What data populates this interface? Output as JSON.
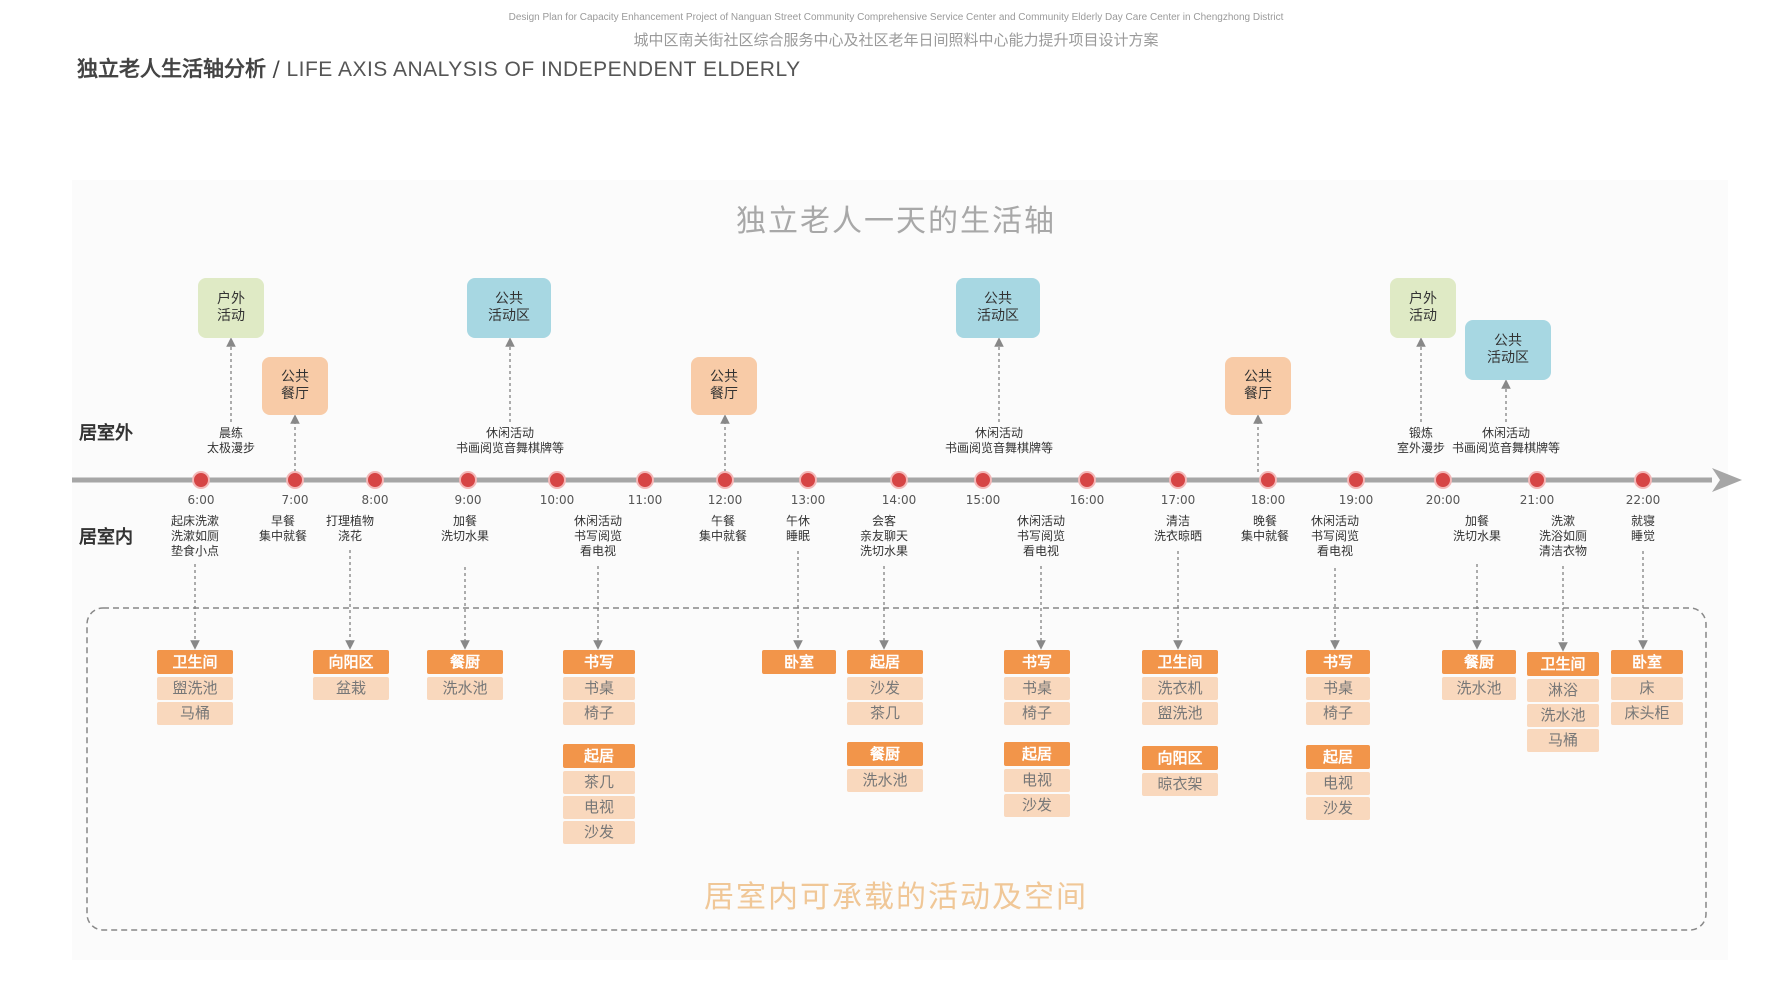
{
  "header": {
    "en": "Design Plan for Capacity Enhancement Project of Nanguan Street Community Comprehensive Service Center and Community Elderly Day Care  Center in Chengzhong District",
    "cn": "城中区南关街社区综合服务中心及社区老年日间照料中心能力提升项目设计方案"
  },
  "page_title": {
    "cn": "独立老人生活轴分析",
    "sep": " / ",
    "en": "LIFE AXIS ANALYSIS OF  INDEPENDENT ELDERLY"
  },
  "diagram": {
    "title": "独立老人一天的生活轴",
    "outside_label": "居室外",
    "inside_label": "居室内",
    "bottom_caption": "居室内可承载的活动及空间",
    "times": [
      "6:00",
      "7:00",
      "8:00",
      "9:00",
      "10:00",
      "11:00",
      "12:00",
      "13:00",
      "14:00",
      "15:00",
      "16:00",
      "17:00",
      "18:00",
      "19:00",
      "20:00",
      "21:00",
      "22:00"
    ],
    "outside_activities": [
      {
        "text": "晨练\n太极漫步"
      },
      {
        "text": "休闲活动\n书画阅览音舞棋牌等"
      },
      {
        "text": "休闲活动\n书画阅览音舞棋牌等"
      },
      {
        "text": "锻炼\n室外漫步"
      },
      {
        "text": "休闲活动\n书画阅览音舞棋牌等"
      }
    ],
    "outside_places": [
      {
        "text": "户外\n活动",
        "kind": "green"
      },
      {
        "text": "公共\n餐厅",
        "kind": "orange"
      },
      {
        "text": "公共\n活动区",
        "kind": "blue"
      },
      {
        "text": "公共\n餐厅",
        "kind": "orange"
      },
      {
        "text": "公共\n活动区",
        "kind": "blue"
      },
      {
        "text": "公共\n餐厅",
        "kind": "orange"
      },
      {
        "text": "户外\n活动",
        "kind": "green"
      },
      {
        "text": "公共\n活动区",
        "kind": "blue"
      }
    ],
    "inside_activities": [
      "起床洗漱\n洗漱如厕\n垫食小点",
      "早餐\n集中就餐",
      "打理植物\n浇花",
      "加餐\n洗切水果",
      "休闲活动\n书写阅览\n看电视",
      "午餐\n集中就餐",
      "午休\n睡眠",
      "会客\n亲友聊天\n洗切水果",
      "休闲活动\n书写阅览\n看电视",
      "清洁\n洗衣晾晒",
      "晚餐\n集中就餐",
      "休闲活动\n书写阅览\n看电视",
      "加餐\n洗切水果",
      "洗漱\n洗浴如厕\n清洁衣物",
      "就寝\n睡觉"
    ],
    "space_groups": [
      {
        "head": "卫生间",
        "items": [
          "盥洗池",
          "马桶"
        ]
      },
      {
        "head": "向阳区",
        "items": [
          "盆栽"
        ]
      },
      {
        "head": "餐厨",
        "items": [
          "洗水池"
        ]
      },
      {
        "head": "书写",
        "items": [
          "书桌",
          "椅子"
        ]
      },
      {
        "head": "起居",
        "items": [
          "茶几",
          "电视",
          "沙发"
        ]
      },
      {
        "head": "卧室",
        "items": []
      },
      {
        "head": "起居",
        "items": [
          "沙发",
          "茶几"
        ]
      },
      {
        "head": "餐厨",
        "items": [
          "洗水池"
        ]
      },
      {
        "head": "书写",
        "items": [
          "书桌",
          "椅子"
        ]
      },
      {
        "head": "起居",
        "items": [
          "电视",
          "沙发"
        ]
      },
      {
        "head": "卫生间",
        "items": [
          "洗衣机",
          "盥洗池"
        ]
      },
      {
        "head": "向阳区",
        "items": [
          "晾衣架"
        ]
      },
      {
        "head": "书写",
        "items": [
          "书桌",
          "椅子"
        ]
      },
      {
        "head": "起居",
        "items": [
          "电视",
          "沙发"
        ]
      },
      {
        "head": "餐厨",
        "items": [
          "洗水池"
        ]
      },
      {
        "head": "卫生间",
        "items": [
          "淋浴",
          "洗水池",
          "马桶"
        ]
      },
      {
        "head": "卧室",
        "items": [
          "床",
          "床头柜"
        ]
      }
    ]
  },
  "colors": {
    "axis": "#a6a6a6",
    "dot": "#d64545",
    "green": "#dfeac5",
    "orange": "#f8cba7",
    "blue": "#a7d7e2",
    "chip_head": "#f2954a",
    "chip": "#f9d8bd"
  }
}
